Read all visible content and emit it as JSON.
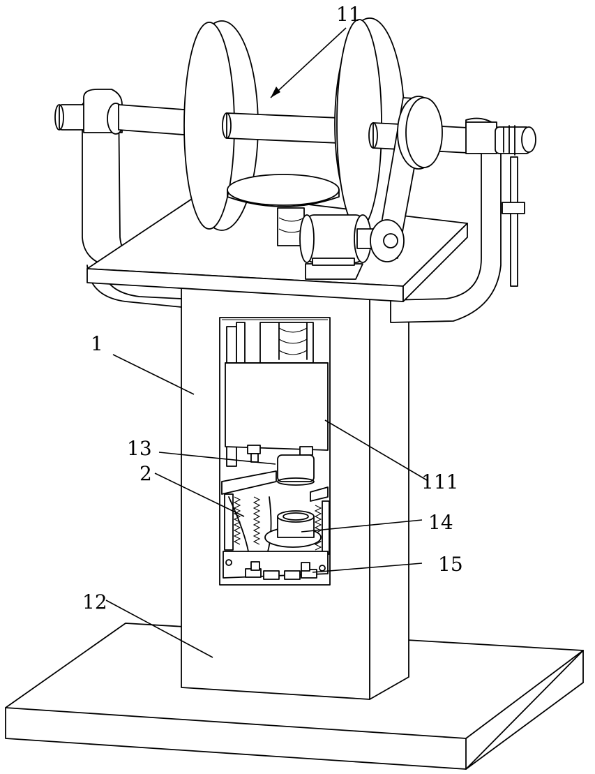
{
  "labels": {
    "l1": "1",
    "l2": "2",
    "l11": "11",
    "l12": "12",
    "l13": "13",
    "l14": "14",
    "l15": "15",
    "l111": "111"
  }
}
